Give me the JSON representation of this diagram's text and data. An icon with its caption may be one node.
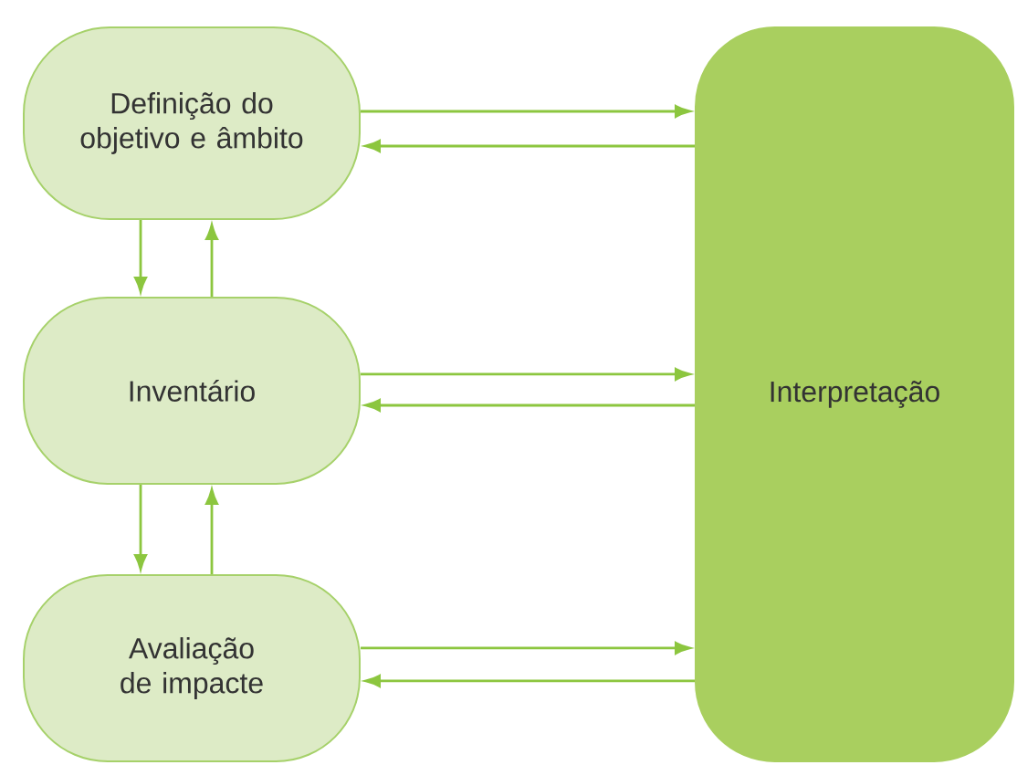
{
  "diagram": {
    "nodes": [
      {
        "text": [
          "Definição do objetivo e âmbito"
        ]
      },
      {
        "text": [
          "Inventário"
        ]
      },
      {
        "text": [
          "Avaliação de impacte"
        ]
      },
      {
        "text": [
          "Interpretação"
        ]
      }
    ],
    "edges": [
      {
        "from": 0,
        "to": 3,
        "arrow": "to"
      },
      {
        "from": 3,
        "to": 0,
        "arrow": "to"
      },
      {
        "from": 1,
        "to": 3,
        "arrow": "to"
      },
      {
        "from": 3,
        "to": 1,
        "arrow": "to"
      },
      {
        "from": 2,
        "to": 3,
        "arrow": "to"
      },
      {
        "from": 3,
        "to": 2,
        "arrow": "to"
      },
      {
        "from": 0,
        "to": 1,
        "arrow": "to"
      },
      {
        "from": 1,
        "to": 0,
        "arrow": "to"
      },
      {
        "from": 1,
        "to": 2,
        "arrow": "to"
      },
      {
        "from": 2,
        "to": 1,
        "arrow": "to"
      }
    ]
  }
}
